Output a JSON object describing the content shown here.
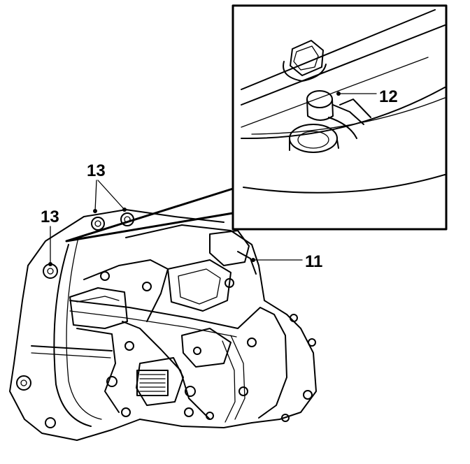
{
  "callouts": {
    "detail_bolt": "12",
    "shift_housing": "11",
    "upper_bolts": "13",
    "left_bolt": "13"
  }
}
